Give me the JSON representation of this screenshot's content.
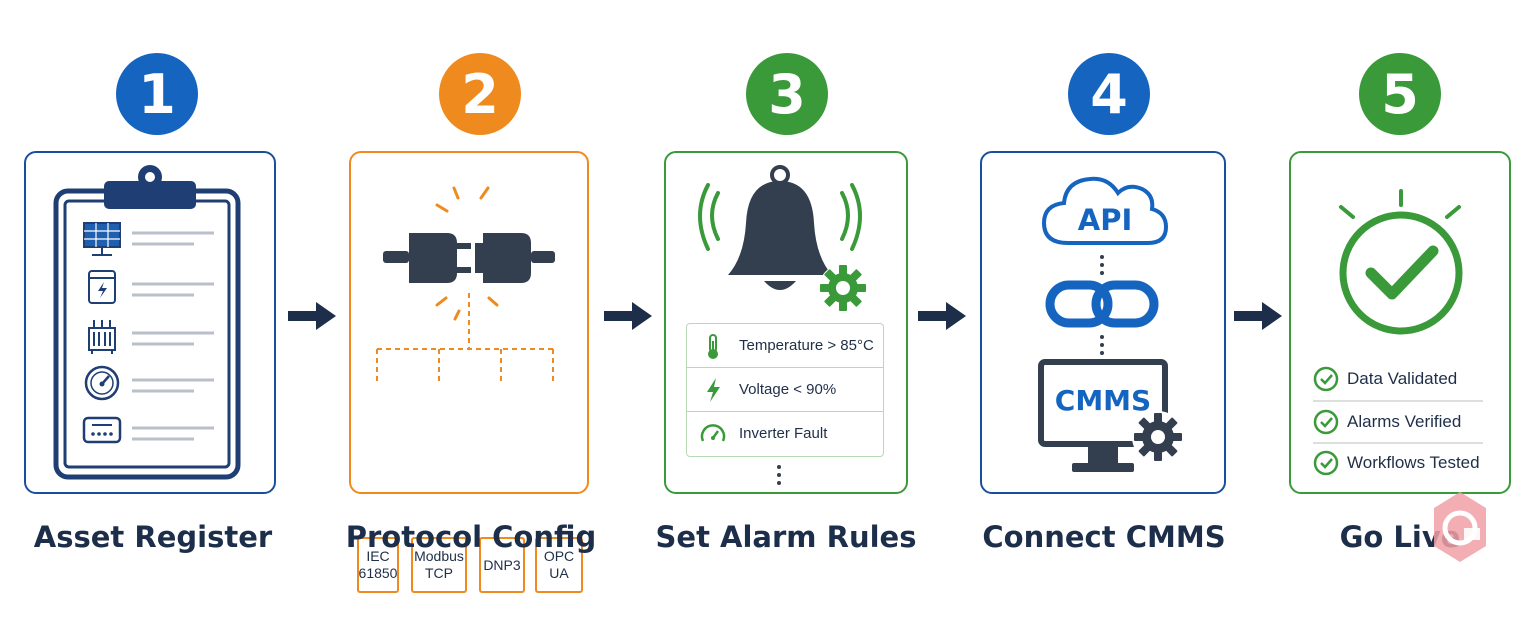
{
  "steps": [
    {
      "number": "1",
      "title": "Asset Register",
      "color": "#1565c0"
    },
    {
      "number": "2",
      "title": "Protocol Config",
      "color": "#ef8a1f"
    },
    {
      "number": "3",
      "title": "Set Alarm Rules",
      "color": "#3a9a3a"
    },
    {
      "number": "4",
      "title": "Connect CMMS",
      "color": "#1565c0"
    },
    {
      "number": "5",
      "title": "Go Live",
      "color": "#3a9a3a"
    }
  ],
  "asset_register": {
    "icons": [
      "solar-panel-icon",
      "inverter-icon",
      "transformer-icon",
      "gauge-meter-icon",
      "device-panel-icon"
    ]
  },
  "protocols": [
    "IEC\n61850",
    "Modbus\nTCP",
    "DNP3",
    "OPC UA"
  ],
  "alarm_rules": [
    {
      "icon": "thermometer-icon",
      "text": "Temperature > 85°C"
    },
    {
      "icon": "lightning-icon",
      "text": "Voltage < 90%"
    },
    {
      "icon": "gauge-icon",
      "text": "Inverter Fault"
    }
  ],
  "cmms": {
    "api_label": "API",
    "cmms_label": "CMMS"
  },
  "go_live_checks": [
    "Data Validated",
    "Alarms Verified",
    "Workflows Tested"
  ],
  "colors": {
    "navy": "#1c2e4a",
    "dark_icon": "#333f4e",
    "blue": "#1565c0",
    "orange": "#ef8a1f",
    "green": "#3a9a3a"
  }
}
